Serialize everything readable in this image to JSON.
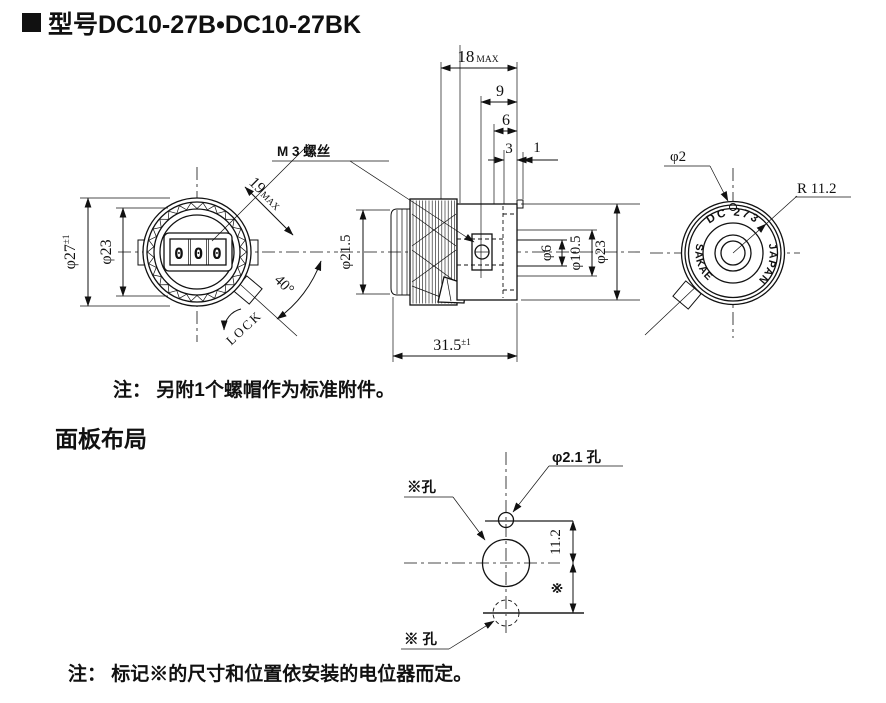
{
  "title": {
    "text": "型号DC10-27B•DC10-27BK"
  },
  "front_view": {
    "dia_outer": "φ27",
    "dia_outer_tol": "±1",
    "dia_ring": "φ23",
    "grip_len": "19",
    "grip_len_suffix": "MAX",
    "angle": "40°",
    "lock_label": "LOCK",
    "counter_digits": [
      "0",
      "0",
      "0"
    ]
  },
  "side_view": {
    "screw_label": "M 3 螺丝",
    "depth": "18",
    "depth_suffix": "MAX",
    "dim_9": "9",
    "dim_6": "6",
    "dim_3": "3",
    "dim_1": "1",
    "dia_knob": "φ21.5",
    "dia_shaft": "φ6",
    "dia_bushing": "φ10.5",
    "dia_body": "φ23",
    "length": "31.5",
    "length_tol": "±1"
  },
  "back_view": {
    "hole_label": "φ2",
    "radius_label": "R 11.2",
    "mark_top": "DC 273",
    "mark_left": "SAKAE",
    "mark_right": "JAPAN"
  },
  "note_model": "注： 另附1个螺帽作为标准附件。",
  "panel_layout": {
    "heading": "面板布局",
    "hole_small_label": "φ2.1 孔",
    "hole_main_label": "※孔",
    "hole_bottom_label": "※ 孔",
    "dim_11_2": "11.2",
    "dim_ref": "※"
  },
  "note_panel": "注： 标记※的尺寸和位置依安装的电位器而定。"
}
